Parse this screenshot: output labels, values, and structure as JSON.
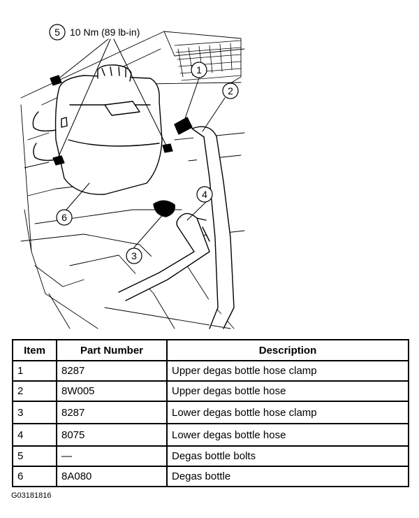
{
  "torque_callout": {
    "number": "5",
    "spec": "10 Nm (89 lb-in)"
  },
  "callouts": [
    "1",
    "2",
    "3",
    "4",
    "6"
  ],
  "table": {
    "headers": [
      "Item",
      "Part Number",
      "Description"
    ],
    "rows": [
      {
        "item": "1",
        "part": "8287",
        "desc": "Upper degas bottle hose clamp"
      },
      {
        "item": "2",
        "part": "8W005",
        "desc": "Upper degas bottle hose"
      },
      {
        "item": "3",
        "part": "8287",
        "desc": "Lower degas bottle hose clamp"
      },
      {
        "item": "4",
        "part": "8075",
        "desc": "Lower degas bottle hose"
      },
      {
        "item": "5",
        "part": "—",
        "desc": "Degas bottle bolts"
      },
      {
        "item": "6",
        "part": "8A080",
        "desc": "Degas bottle"
      }
    ]
  },
  "figure_code": "G03181816"
}
